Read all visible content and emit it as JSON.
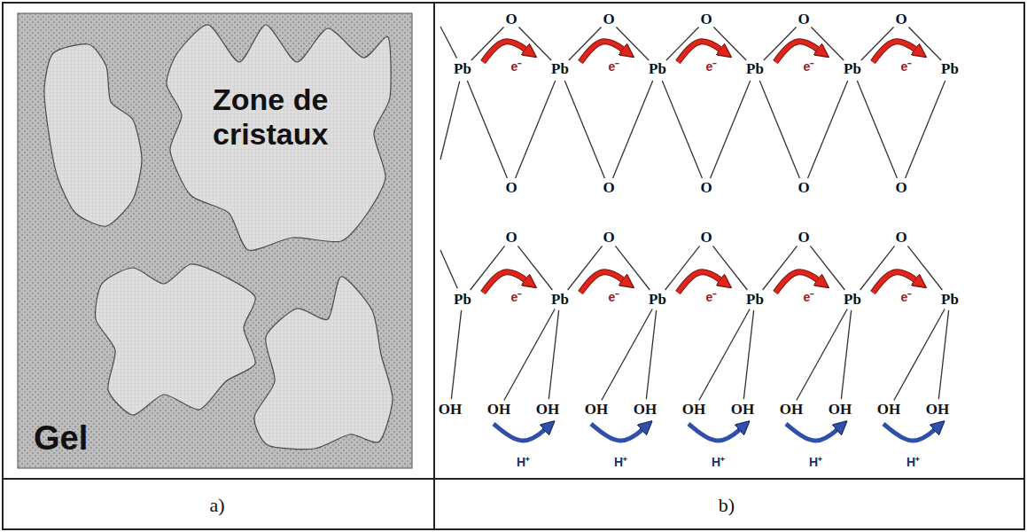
{
  "diagram": {
    "nodes": [
      {
        "text": [
          "Gel"
        ]
      },
      {
        "text": [
          "Zone de cristaux"
        ],
        "in": 0
      }
    ],
    "labels": [
      "a)",
      "b)",
      "O",
      "O",
      "O",
      "O",
      "O",
      "Pb",
      "Pb",
      "Pb",
      "Pb",
      "Pb",
      "Pb",
      "O",
      "O",
      "O",
      "O",
      "O",
      "e⁻",
      "e⁻",
      "e⁻",
      "e⁻",
      "e⁻",
      "O",
      "O",
      "O",
      "O",
      "O",
      "Pb",
      "Pb",
      "Pb",
      "Pb",
      "Pb",
      "Pb",
      "e⁻",
      "e⁻",
      "e⁻",
      "e⁻",
      "e⁻",
      "OH",
      "OH",
      "OH",
      "OH",
      "OH",
      "OH",
      "OH",
      "OH",
      "OH",
      "OH",
      "OH",
      "H⁺",
      "H⁺",
      "H⁺",
      "H⁺",
      "H⁺"
    ]
  }
}
